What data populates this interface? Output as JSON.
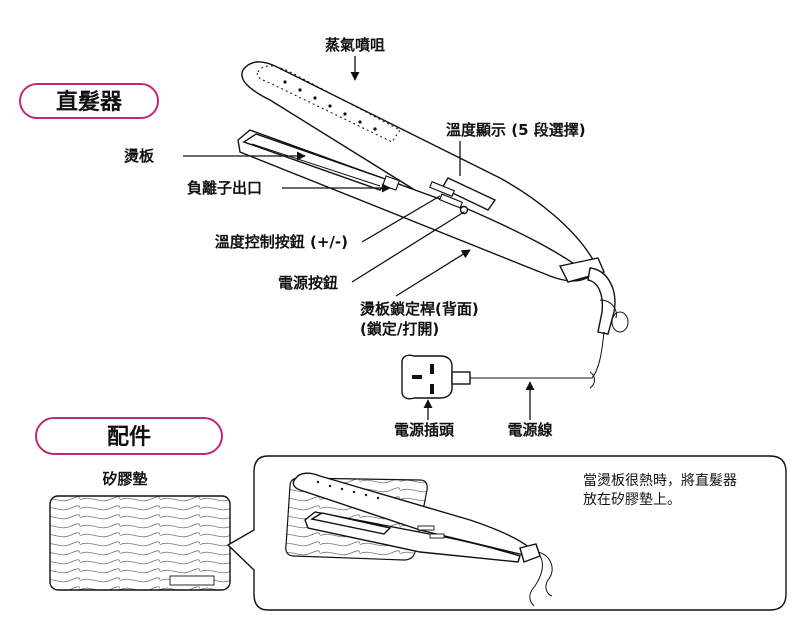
{
  "sections": {
    "main_title": "直髮器",
    "accessories_title": "配件"
  },
  "labels": {
    "steam_outlet": "蒸氣噴咀",
    "temp_display": "溫度顯示 (5 段選擇)",
    "heating_plate": "燙板",
    "ion_outlet": "負離子出口",
    "temp_buttons": "溫度控制按鈕 (+/-)",
    "power_button": "電源按鈕",
    "plate_lock_line1": "燙板鎖定桿(背面)",
    "plate_lock_line2": "(鎖定/打開)",
    "power_plug": "電源插頭",
    "power_cord": "電源線",
    "silicone_mat": "矽膠墊"
  },
  "note": {
    "line1": "當燙板很熱時，將直髮器",
    "line2": "放在矽膠墊上。"
  },
  "colors": {
    "pill_border": "#c0287a",
    "line": "#111111"
  }
}
